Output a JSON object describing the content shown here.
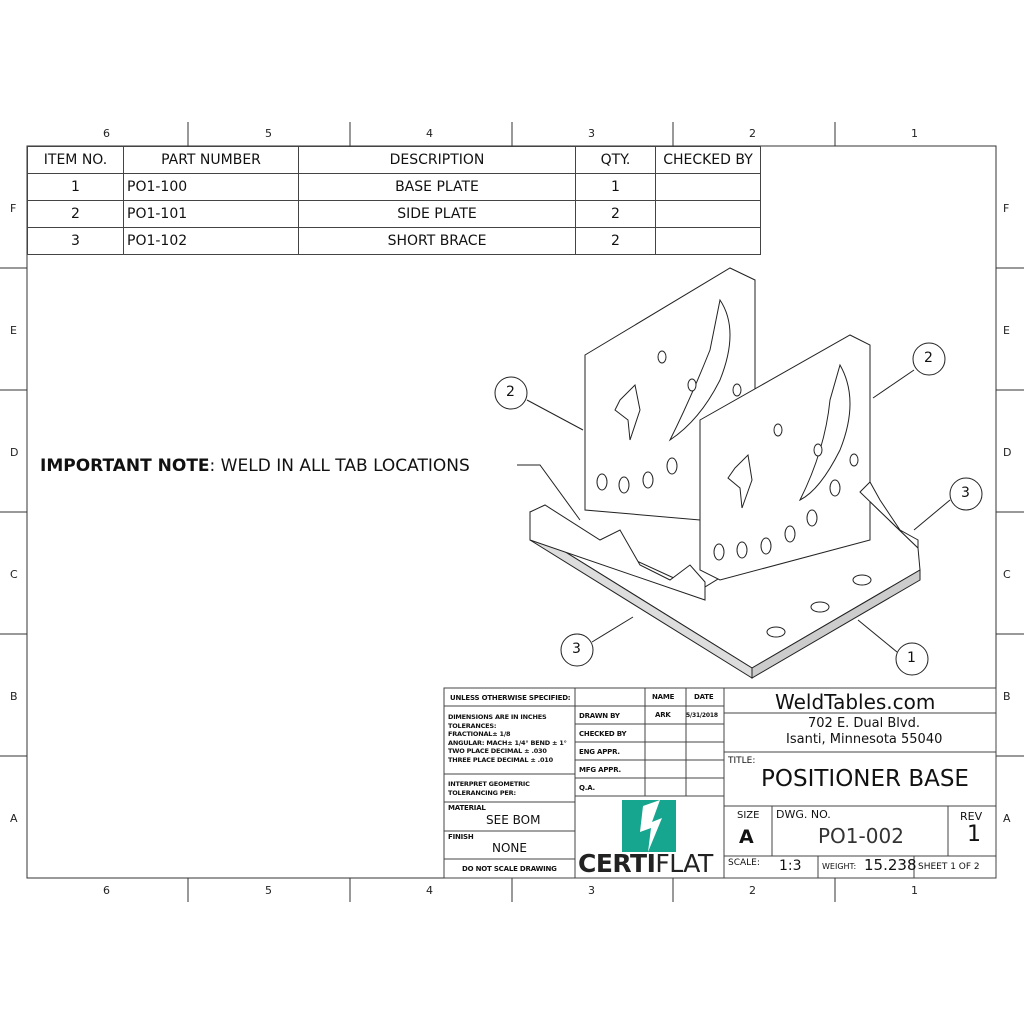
{
  "zones": {
    "columns": [
      "6",
      "5",
      "4",
      "3",
      "2",
      "1"
    ],
    "rows": [
      "F",
      "E",
      "D",
      "C",
      "B",
      "A"
    ]
  },
  "bom": {
    "headers": [
      "ITEM NO.",
      "PART NUMBER",
      "DESCRIPTION",
      "QTY.",
      "CHECKED BY"
    ],
    "rows": [
      [
        "1",
        "PO1-100",
        "BASE PLATE",
        "1",
        ""
      ],
      [
        "2",
        "PO1-101",
        "SIDE PLATE",
        "2",
        ""
      ],
      [
        "3",
        "PO1-102",
        "SHORT BRACE",
        "2",
        ""
      ]
    ]
  },
  "note": {
    "label": "IMPORTANT NOTE",
    "text": ": WELD IN ALL TAB LOCATIONS"
  },
  "balloons": [
    "2",
    "2",
    "3",
    "3",
    "1"
  ],
  "title_block": {
    "unless": "UNLESS OTHERWISE SPECIFIED:",
    "name_hdr": "NAME",
    "date_hdr": "DATE",
    "tolerances": [
      "DIMENSIONS ARE IN INCHES",
      "TOLERANCES:",
      "FRACTIONAL± 1/8",
      "ANGULAR: MACH± 1/4° BEND ± 1°",
      "TWO PLACE DECIMAL   ± .030",
      "THREE PLACE DECIMAL ± .010"
    ],
    "interpret": [
      "INTERPRET GEOMETRIC",
      "TOLERANCING PER:"
    ],
    "material_label": "MATERIAL",
    "material": "SEE BOM",
    "finish_label": "FINISH",
    "finish": "NONE",
    "do_not_scale": "DO NOT SCALE DRAWING",
    "approvals": [
      {
        "label": "DRAWN BY",
        "name": "ARK",
        "date": "5/31/2018"
      },
      {
        "label": "CHECKED BY",
        "name": "",
        "date": ""
      },
      {
        "label": "ENG APPR.",
        "name": "",
        "date": ""
      },
      {
        "label": "MFG APPR.",
        "name": "",
        "date": ""
      },
      {
        "label": "Q.A.",
        "name": "",
        "date": ""
      }
    ],
    "logo": {
      "bold": "CERTI",
      "light": "FLAT",
      "color": "#16a58e"
    },
    "company": "WeldTables.com",
    "address1": "702 E. Dual Blvd.",
    "address2": "Isanti, Minnesota 55040",
    "title_label": "TITLE:",
    "title": "POSITIONER BASE",
    "size_label": "SIZE",
    "size": "A",
    "dwg_label": "DWG. NO.",
    "dwg": "PO1-002",
    "rev_label": "REV",
    "rev": "1",
    "scale_label": "SCALE:",
    "scale": "1:3",
    "weight_label": "WEIGHT:",
    "weight": "15.238",
    "sheet": "SHEET 1  OF 2"
  }
}
